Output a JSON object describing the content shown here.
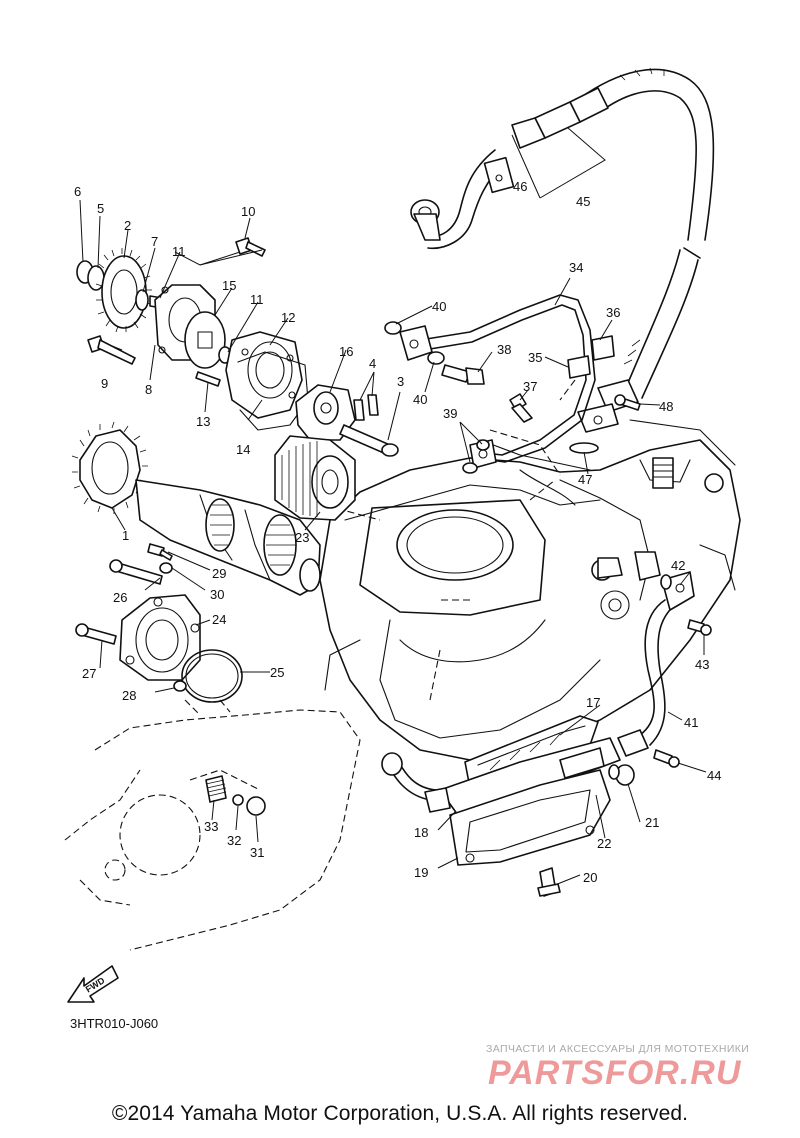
{
  "diagram": {
    "callouts": [
      {
        "id": "c1",
        "text": "1"
      },
      {
        "id": "c2",
        "text": "2"
      },
      {
        "id": "c3",
        "text": "3"
      },
      {
        "id": "c4",
        "text": "4"
      },
      {
        "id": "c5",
        "text": "5"
      },
      {
        "id": "c6",
        "text": "6"
      },
      {
        "id": "c7",
        "text": "7"
      },
      {
        "id": "c8",
        "text": "8"
      },
      {
        "id": "c9",
        "text": "9"
      },
      {
        "id": "c10",
        "text": "10"
      },
      {
        "id": "c11a",
        "text": "11"
      },
      {
        "id": "c11b",
        "text": "11"
      },
      {
        "id": "c12",
        "text": "12"
      },
      {
        "id": "c13",
        "text": "13"
      },
      {
        "id": "c14",
        "text": "14"
      },
      {
        "id": "c15",
        "text": "15"
      },
      {
        "id": "c16",
        "text": "16"
      },
      {
        "id": "c17",
        "text": "17"
      },
      {
        "id": "c18",
        "text": "18"
      },
      {
        "id": "c19",
        "text": "19"
      },
      {
        "id": "c20",
        "text": "20"
      },
      {
        "id": "c21",
        "text": "21"
      },
      {
        "id": "c22",
        "text": "22"
      },
      {
        "id": "c23",
        "text": "23"
      },
      {
        "id": "c24",
        "text": "24"
      },
      {
        "id": "c25",
        "text": "25"
      },
      {
        "id": "c26",
        "text": "26"
      },
      {
        "id": "c27",
        "text": "27"
      },
      {
        "id": "c28",
        "text": "28"
      },
      {
        "id": "c29",
        "text": "29"
      },
      {
        "id": "c30",
        "text": "30"
      },
      {
        "id": "c31",
        "text": "31"
      },
      {
        "id": "c32",
        "text": "32"
      },
      {
        "id": "c33",
        "text": "33"
      },
      {
        "id": "c34",
        "text": "34"
      },
      {
        "id": "c35",
        "text": "35"
      },
      {
        "id": "c36",
        "text": "36"
      },
      {
        "id": "c37",
        "text": "37"
      },
      {
        "id": "c38",
        "text": "38"
      },
      {
        "id": "c39",
        "text": "39"
      },
      {
        "id": "c40a",
        "text": "40"
      },
      {
        "id": "c40b",
        "text": "40"
      },
      {
        "id": "c41",
        "text": "41"
      },
      {
        "id": "c42",
        "text": "42"
      },
      {
        "id": "c43",
        "text": "43"
      },
      {
        "id": "c44",
        "text": "44"
      },
      {
        "id": "c45",
        "text": "45"
      },
      {
        "id": "c46",
        "text": "46"
      },
      {
        "id": "c47",
        "text": "47"
      },
      {
        "id": "c48",
        "text": "48"
      }
    ],
    "fwd_label": "FWD",
    "diagram_code": "3HTR010-J060"
  },
  "watermark": {
    "tagline": "ЗАПЧАСТИ И АКСЕССУАРЫ ДЛЯ МОТОТЕХНИКИ",
    "logo_text": "PARTSFOR.RU",
    "color": "#ef9a9a"
  },
  "footer": {
    "copyright": "©2014 Yamaha Motor Corporation, U.S.A. All rights reserved."
  }
}
